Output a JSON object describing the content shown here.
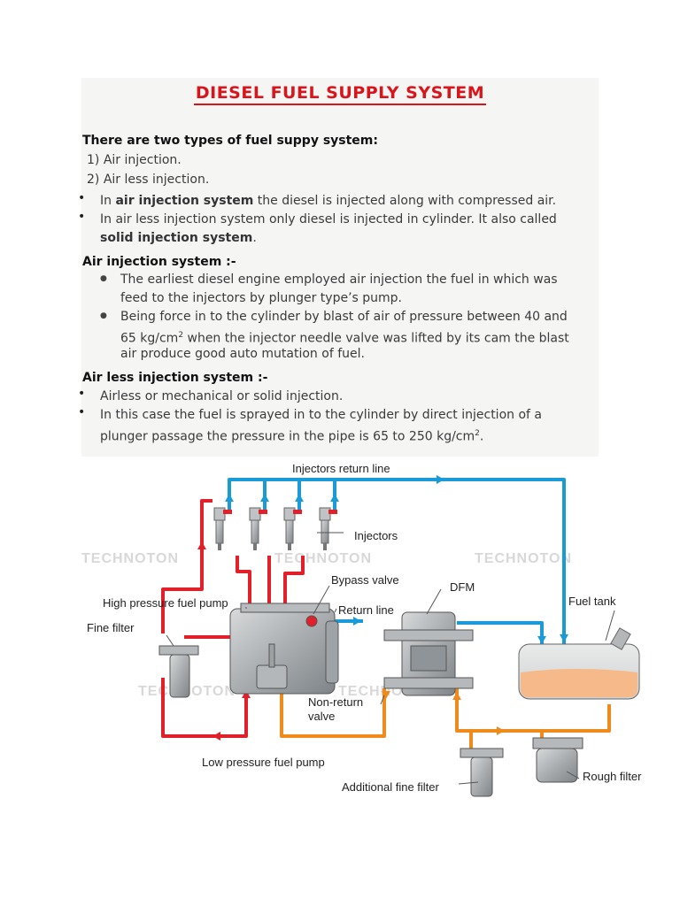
{
  "title": "DIESEL FUEL SUPPLY SYSTEM",
  "intro": {
    "heading": "There are two types of fuel suppy system:",
    "items": [
      "1) Air injection.",
      "2) Air less injection."
    ]
  },
  "bullets": {
    "b1_pre": "In ",
    "b1_bold": "air injection system",
    "b1_post": " the diesel is injected along with compressed air.",
    "b2_line1": "In air less injection system only diesel is injected in cylinder. It also called",
    "b2_bold": "solid injection system",
    "b2_end": "."
  },
  "air_injection": {
    "heading": "Air injection system :-",
    "p1_line1": "The earliest diesel engine employed air injection the fuel in which was",
    "p1_line2": "feed to the injectors by plunger type’s pump.",
    "p2_line1": "Being force in to the cylinder by blast of air of pressure between 40 and",
    "p2_line2_pre": "65 kg/cm",
    "p2_sup": "2",
    "p2_line2_post": " when the injector needle valve was lifted by its cam the blast",
    "p2_line3": "air produce good auto mutation of fuel."
  },
  "airless_injection": {
    "heading": "Air less injection system :-",
    "p1": "Airless or mechanical or solid injection.",
    "p2_line1": "In this case the fuel is sprayed in to the cylinder by direct injection of a",
    "p2_line2_pre": "plunger passage the pressure in the pipe is 65 to 250 kg/cm",
    "p2_sup": "2",
    "p2_line2_post": "."
  },
  "diagram": {
    "labels": {
      "injectors_return_line": "Injectors return line",
      "injectors": "Injectors",
      "bypass_valve": "Bypass valve",
      "dfm": "DFM",
      "high_pressure_pump": "High pressure fuel pump",
      "return_line": "Return line",
      "fuel_tank": "Fuel tank",
      "fine_filter": "Fine filter",
      "non_return_1": "Non-return",
      "non_return_2": "valve",
      "low_pressure_pump": "Low pressure fuel pump",
      "additional_fine_filter": "Additional fine filter",
      "rough_filter": "Rough filter"
    },
    "watermark": "TECHNOTON",
    "colors": {
      "return": "#1b9ad8",
      "high": "#e2202a",
      "low": "#ef8a1c",
      "fuel": "#f5b98a"
    }
  }
}
